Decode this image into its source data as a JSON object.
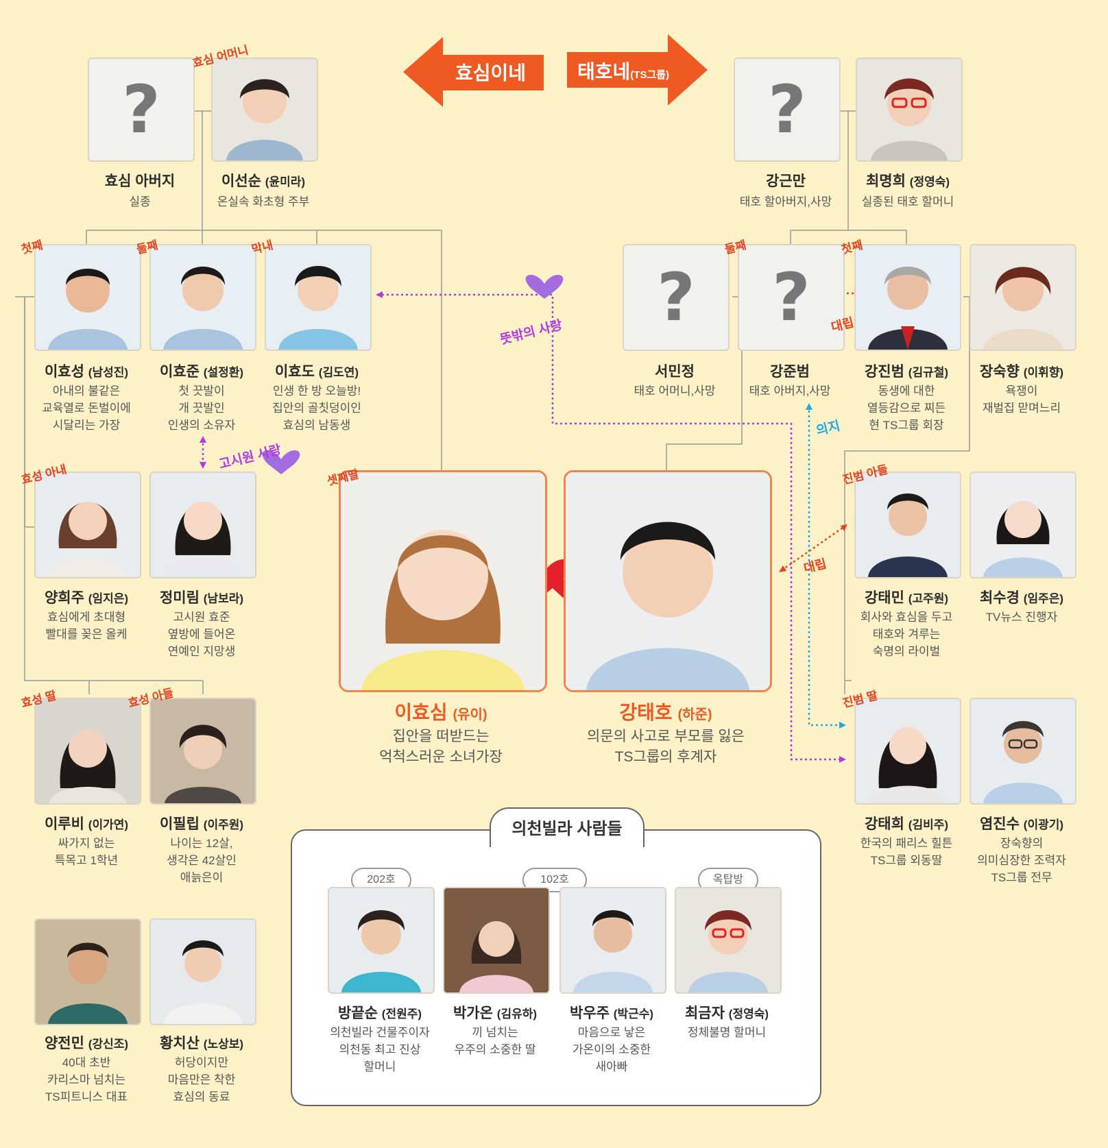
{
  "header": {
    "left_family": "효심이네",
    "right_family": "태호네",
    "right_family_sub": "(TS그룹)"
  },
  "colors": {
    "accent": "#ef5a22",
    "background": "#fdf1c7",
    "love": "#b13be0",
    "will": "#1da9e0"
  },
  "people": {
    "hyosim_father": {
      "name": "효심 아버지",
      "actor": "",
      "desc": [
        "실종"
      ]
    },
    "lee_seonsun": {
      "name": "이선순",
      "actor": "(윤미라)",
      "desc": [
        "온실속 화초형 주부"
      ],
      "tag": "효심 어머니"
    },
    "kang_geunman": {
      "name": "강근만",
      "actor": "",
      "desc": [
        "태호 할아버지,사망"
      ]
    },
    "choi_myeonghui": {
      "name": "최명희",
      "actor": "(정영숙)",
      "desc": [
        "실종된 태호 할머니"
      ]
    },
    "lee_hyoseong": {
      "name": "이효성",
      "actor": "(남성진)",
      "desc": [
        "아내의 불같은",
        "교육열로 돈벌이에",
        "시달리는 가장"
      ],
      "tag": "첫째"
    },
    "lee_hyojun": {
      "name": "이효준",
      "actor": "(설정환)",
      "desc": [
        "첫 끗발이",
        "개 끗발인",
        "인생의 소유자"
      ],
      "tag": "둘째"
    },
    "lee_hyodo": {
      "name": "이효도",
      "actor": "(김도연)",
      "desc": [
        "인생 한 방 오늘방!",
        "집안의 골칫덩이인",
        "효심의 남동생"
      ],
      "tag": "막내"
    },
    "seo_minjeong": {
      "name": "서민정",
      "actor": "",
      "desc": [
        "태호 어머니,사망"
      ]
    },
    "kang_junbeom": {
      "name": "강준범",
      "actor": "",
      "desc": [
        "태호 아버지,사망"
      ],
      "tag": "둘째"
    },
    "kang_jinbeom": {
      "name": "강진범",
      "actor": "(김규철)",
      "desc": [
        "동생에 대한",
        "열등감으로 찌든",
        "현 TS그룹 회장"
      ],
      "tag": "첫째"
    },
    "jang_sukhyang": {
      "name": "장숙향",
      "actor": "(이휘향)",
      "desc": [
        "욕쟁이",
        "재벌집 맏며느리"
      ]
    },
    "yang_heeju": {
      "name": "양희주",
      "actor": "(임지은)",
      "desc": [
        "효심에게 초대형",
        "빨대를 꽂은 올케"
      ],
      "tag": "효성 아내"
    },
    "jeong_mirim": {
      "name": "정미림",
      "actor": "(남보라)",
      "desc": [
        "고시원 효준",
        "옆방에 들어온",
        "연예인 지망생"
      ]
    },
    "lee_hyosim": {
      "name": "이효심",
      "actor": "(유이)",
      "desc": [
        "집안을 떠받드는",
        "억척스러운 소녀가장"
      ],
      "tag": "셋째딸"
    },
    "kang_taeho": {
      "name": "강태호",
      "actor": "(하준)",
      "desc": [
        "의문의 사고로 부모를 잃은",
        "TS그룹의 후계자"
      ]
    },
    "kang_taemin": {
      "name": "강태민",
      "actor": "(고주원)",
      "desc": [
        "회사와 효심을 두고",
        "태호와 겨루는",
        "숙명의 라이벌"
      ],
      "tag": "진범 아들"
    },
    "choi_sugyeong": {
      "name": "최수경",
      "actor": "(임주은)",
      "desc": [
        "TV뉴스 진행자"
      ]
    },
    "lee_rubi": {
      "name": "이루비",
      "actor": "(이가연)",
      "desc": [
        "싸가지 없는",
        "특목고 1학년"
      ],
      "tag": "효성 딸"
    },
    "lee_pillip": {
      "name": "이필립",
      "actor": "(이주원)",
      "desc": [
        "나이는 12살,",
        "생각은 42살인",
        "애늙은이"
      ],
      "tag": "효성 아들"
    },
    "kang_taehui": {
      "name": "강태희",
      "actor": "(김비주)",
      "desc": [
        "한국의 패리스 힐튼",
        "TS그룹 외동딸"
      ],
      "tag": "진범 딸"
    },
    "yeom_jinsu": {
      "name": "염진수",
      "actor": "(이광기)",
      "desc": [
        "장숙향의",
        "의미심장한 조력자",
        "TS그룹 전무"
      ]
    },
    "yang_jeonmin": {
      "name": "양전민",
      "actor": "(강신조)",
      "desc": [
        "40대 초반",
        "카리스마 넘치는",
        "TS피트니스 대표"
      ]
    },
    "hwang_chisan": {
      "name": "황치산",
      "actor": "(노상보)",
      "desc": [
        "허당이지만",
        "마음만은 착한",
        "효심의 동료"
      ]
    },
    "bang_kkeutsun": {
      "name": "방끝순",
      "actor": "(전원주)",
      "desc": [
        "의천빌라 건물주이자",
        "의천동 최고 진상",
        "할머니"
      ]
    },
    "park_gaon": {
      "name": "박가온",
      "actor": "(김유하)",
      "desc": [
        "끼 넘치는",
        "우주의 소중한 딸"
      ]
    },
    "park_uju": {
      "name": "박우주",
      "actor": "(박근수)",
      "desc": [
        "마음으로 낳은",
        "가온이의 소중한",
        "새아빠"
      ]
    },
    "choi_geumja": {
      "name": "최금자",
      "actor": "(정영숙)",
      "desc": [
        "정체불명 할머니"
      ]
    }
  },
  "relations": {
    "hyodo_taehui": "뜻밖의 사랑",
    "hyojun_mirim": "고시원 사랑",
    "jinbeom_junbeom": "대립",
    "taemin_taeho": "대립",
    "taehui_junbeom": "의지"
  },
  "villa": {
    "title": "의천빌라 사람들",
    "rooms": [
      "202호",
      "102호",
      "옥탑방"
    ]
  }
}
